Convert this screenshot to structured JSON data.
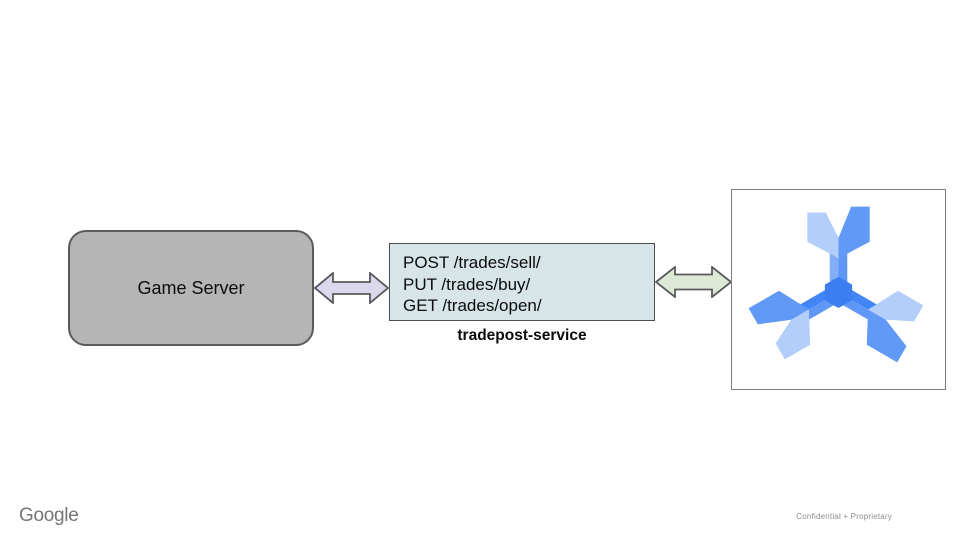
{
  "slide": {
    "nodes": {
      "game_server": {
        "label": "Game Server"
      },
      "service": {
        "endpoints": [
          "POST /trades/sell/",
          "PUT /trades/buy/",
          "GET /trades/open/"
        ],
        "name": "tradepost-service"
      },
      "database": {
        "icon": "cloud-spanner-icon"
      }
    },
    "connectors": [
      {
        "from": "game_server",
        "to": "service",
        "type": "bidirectional-arrow",
        "fill": "#ddd7eb"
      },
      {
        "from": "service",
        "to": "database",
        "type": "bidirectional-arrow",
        "fill": "#dde9d4"
      }
    ],
    "colors": {
      "game_server_fill": "#b5b5b5",
      "node_border": "#5a5a5a",
      "service_fill": "#d7e4e8",
      "arrow_left_fill": "#ddd7eb",
      "arrow_right_fill": "#dde9d4",
      "spanner_light": "#b3cefb",
      "spanner_medium": "#6099f6",
      "spanner_shaft_light": "#84adf8",
      "spanner_shaft_medium": "#5e97f5",
      "spanner_dark": "#3b7ef2"
    },
    "footer": {
      "logo": "Google",
      "note": "Confidential + Proprietary"
    }
  }
}
